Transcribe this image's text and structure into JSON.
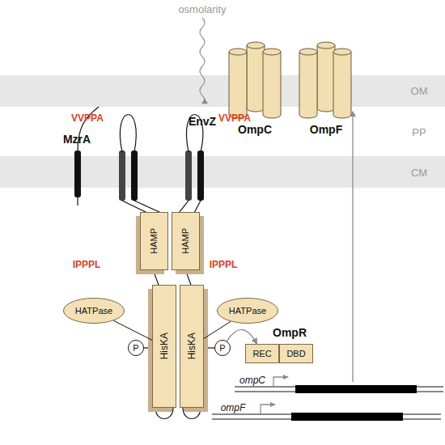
{
  "diagram": {
    "nodes": [
      {
        "text": [
          "HAMP"
        ]
      },
      {
        "text": [
          "HAMP"
        ]
      },
      {
        "text": [
          "HATPase"
        ]
      },
      {
        "text": [
          "HATPase"
        ]
      },
      {
        "text": [
          "HisKA"
        ]
      },
      {
        "text": [
          "HisKA"
        ]
      },
      {
        "text": [
          "P"
        ]
      },
      {
        "text": [
          "P"
        ]
      },
      {
        "text": [
          "REC"
        ]
      },
      {
        "text": [
          "DBD"
        ]
      }
    ],
    "edges": [
      {
        "from": 7,
        "to": 8,
        "arrow": "to"
      },
      {
        "from": 2,
        "to": 4,
        "arrow": "none"
      },
      {
        "from": 3,
        "to": 5,
        "arrow": "none"
      }
    ],
    "labels": [
      "osmolarity",
      "OM",
      "PP",
      "CM",
      "MzrA",
      "EnvZ",
      "VVPPA",
      "VVPPA",
      "IPPPL",
      "IPPPL",
      "OmpC",
      "OmpF",
      "OmpR",
      "ompC",
      "ompF"
    ]
  }
}
